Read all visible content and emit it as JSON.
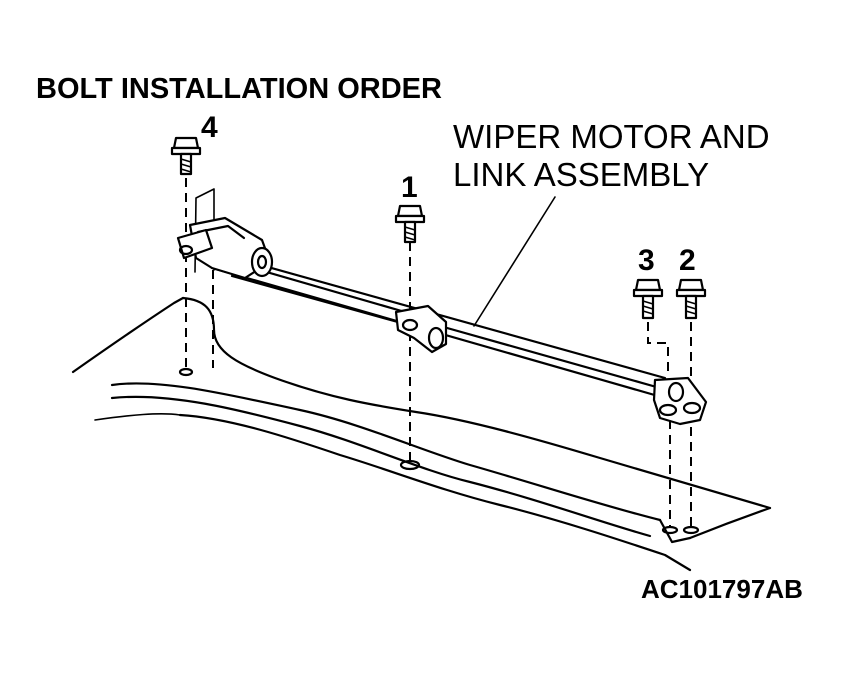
{
  "title": "BOLT INSTALLATION ORDER",
  "callout": {
    "line1": "WIPER MOTOR AND",
    "line2": "LINK ASSEMBLY"
  },
  "bolt_numbers": {
    "b1": "1",
    "b2": "2",
    "b3": "3",
    "b4": "4"
  },
  "figure_id": "AC101797AB"
}
